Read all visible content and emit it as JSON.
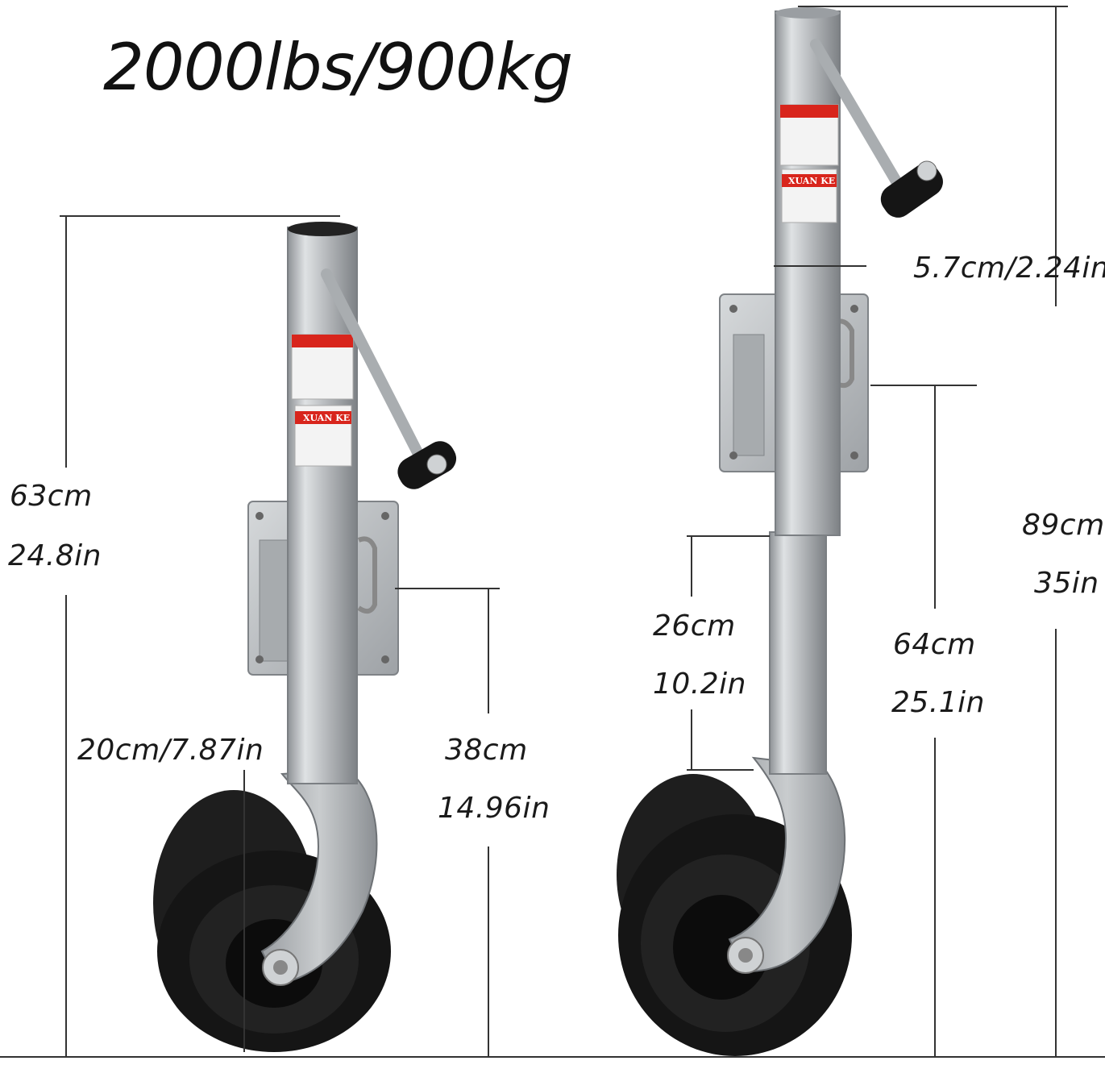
{
  "title": "2000lbs/900kg",
  "dimensions": {
    "left_height_cm": "63cm",
    "left_height_in": "24.8in",
    "wheel_diameter": "20cm/7.87in",
    "left_lift_cm": "38cm",
    "left_lift_in": "14.96in",
    "tube_diameter": "5.7cm/2.24in",
    "right_height_cm": "89cm",
    "right_height_in": "35in",
    "travel_cm": "26cm",
    "travel_in": "10.2in",
    "right_lift_cm": "64cm",
    "right_lift_in": "25.1in"
  },
  "brand_label": "XUAN KE",
  "colors": {
    "line": "#333333",
    "steel": "#b9bcc0",
    "tire": "#151515",
    "sticker_red": "#d8251c"
  }
}
